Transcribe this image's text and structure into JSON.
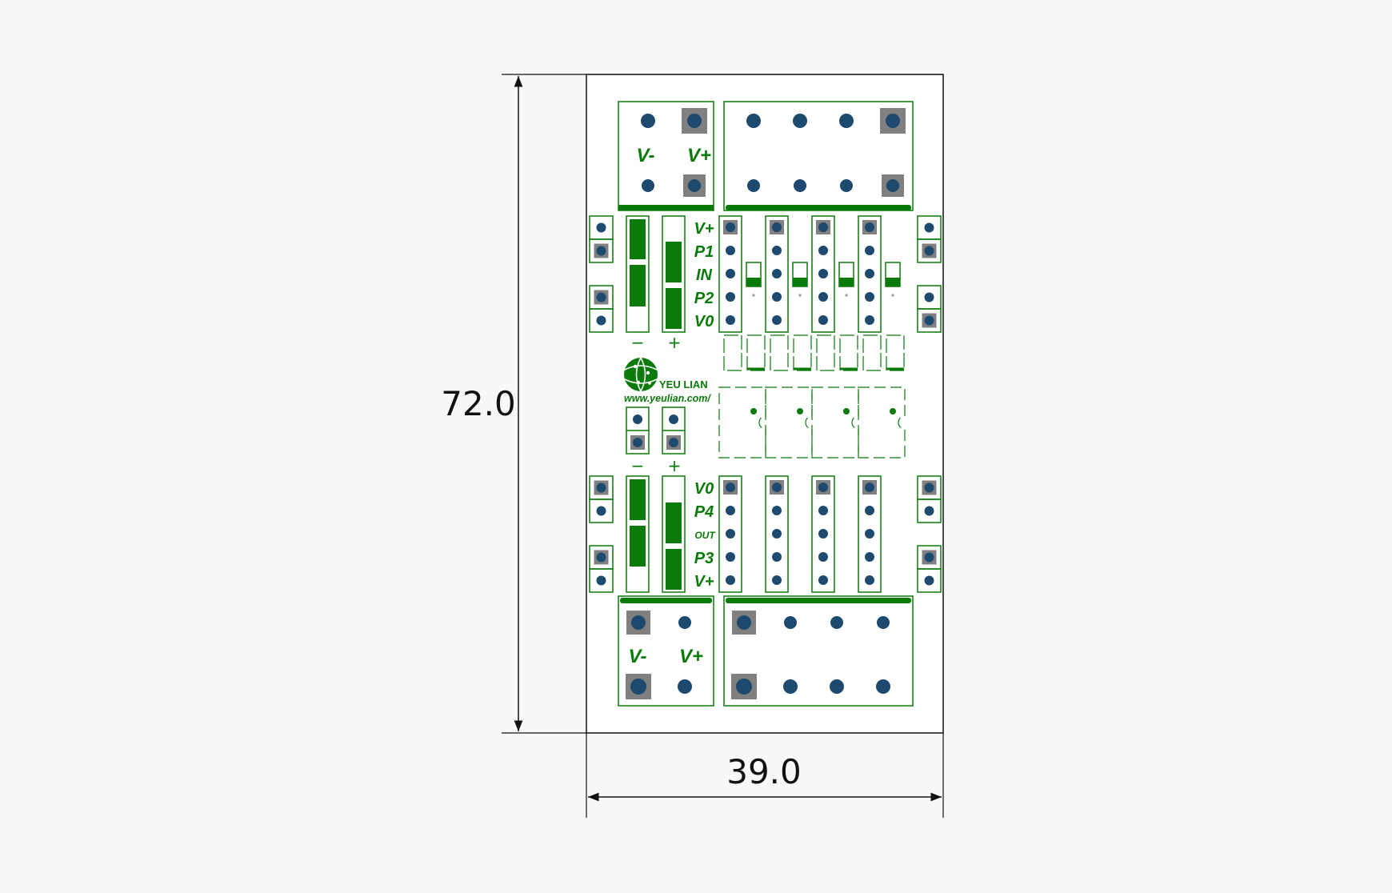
{
  "dimensions": {
    "height_label": "72.0",
    "width_label": "39.0"
  },
  "terminals": {
    "top": {
      "minus": "V-",
      "plus": "V+"
    },
    "bottom": {
      "minus": "V-",
      "plus": "V+"
    }
  },
  "upper_header_labels": [
    "V+",
    "P1",
    "IN",
    "P2",
    "V0"
  ],
  "lower_header_labels": [
    "V0",
    "P4",
    "OUT",
    "P3",
    "V+"
  ],
  "polarity": {
    "upper_minus": "−",
    "upper_plus": "+",
    "lower_minus": "−",
    "lower_plus": "+"
  },
  "logo": {
    "brand": "YEU LIAN",
    "url": "www.yeulian.com/"
  },
  "colors": {
    "silkscreen": "#0a7a0a",
    "pad_hole": "#1d4a6e",
    "square_pad": "#808080",
    "board": "#ffffff",
    "background": "#f8f8f8"
  }
}
